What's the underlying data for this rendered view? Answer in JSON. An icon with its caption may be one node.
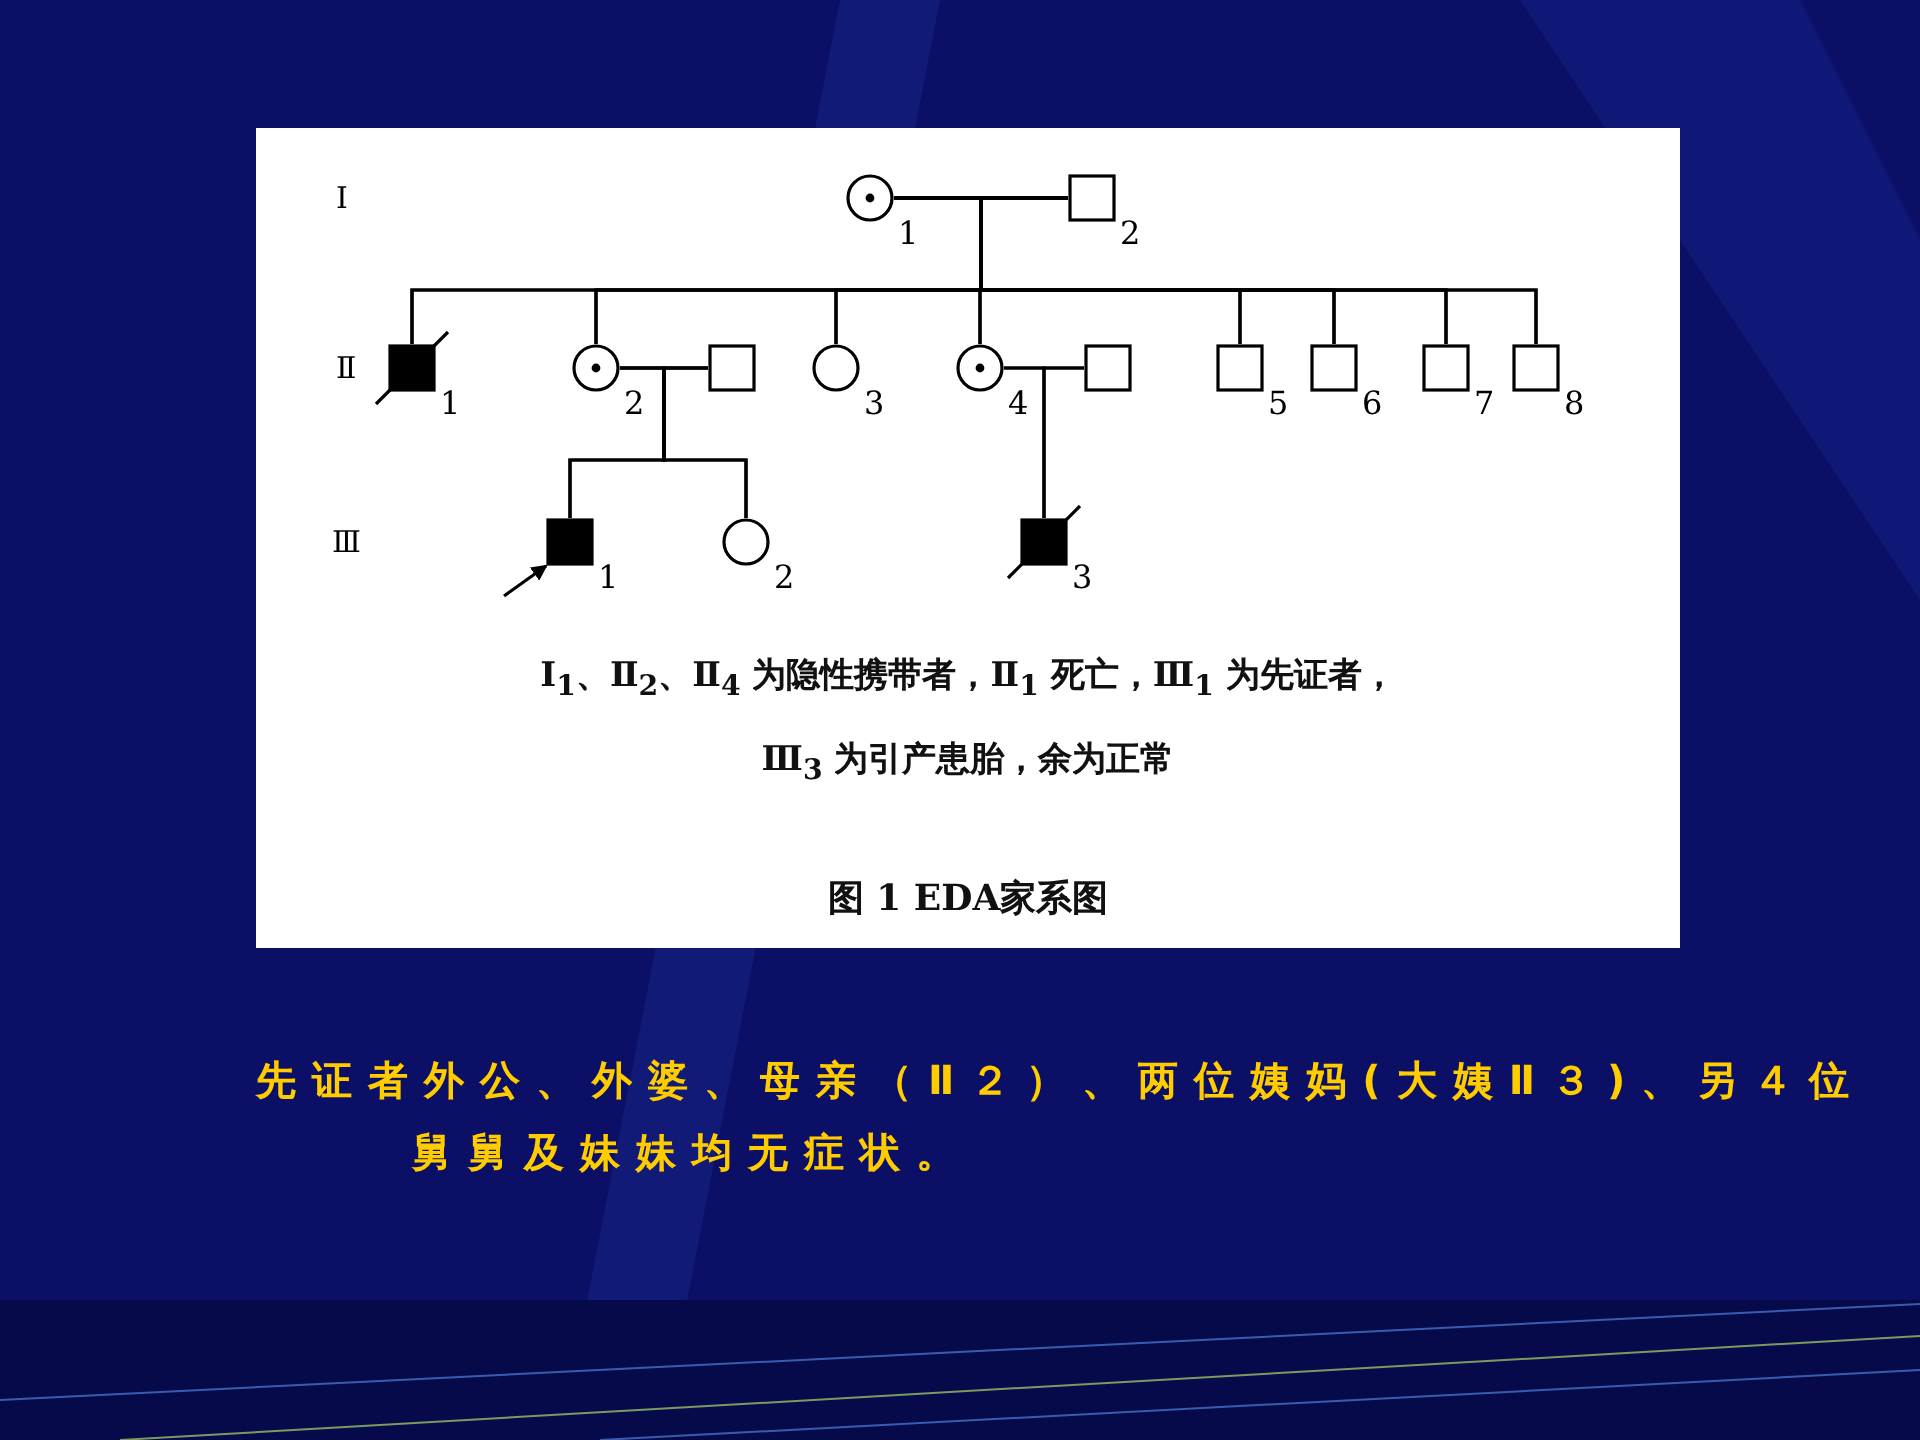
{
  "diagram": {
    "caption": "图 1 EDA家系图",
    "nodes": [
      {
        "text": [],
        "shape": "circle",
        "beside": [
          "1"
        ]
      },
      {
        "text": [],
        "shape": "box",
        "beside": [
          "2"
        ]
      },
      {
        "text": [],
        "shape": "box",
        "beside": [
          "1"
        ]
      },
      {
        "text": [],
        "shape": "circle",
        "beside": [
          "2"
        ]
      },
      {
        "text": [],
        "shape": "box"
      },
      {
        "text": [],
        "shape": "circle",
        "beside": [
          "3"
        ]
      },
      {
        "text": [],
        "shape": "circle",
        "beside": [
          "4"
        ]
      },
      {
        "text": [],
        "shape": "box"
      },
      {
        "text": [],
        "shape": "box",
        "beside": [
          "5"
        ]
      },
      {
        "text": [],
        "shape": "box",
        "beside": [
          "6"
        ]
      },
      {
        "text": [],
        "shape": "box",
        "beside": [
          "7"
        ]
      },
      {
        "text": [],
        "shape": "box",
        "beside": [
          "8"
        ]
      },
      {
        "text": [],
        "shape": "box",
        "beside": [
          "1"
        ]
      },
      {
        "text": [],
        "shape": "circle",
        "beside": [
          "2"
        ]
      },
      {
        "text": [],
        "shape": "box",
        "beside": [
          "3"
        ]
      }
    ],
    "edges": [
      {
        "from": 0,
        "to": 1,
        "arrow": "none"
      },
      {
        "from": 0,
        "to": 2,
        "arrow": "none"
      },
      {
        "from": 0,
        "to": 3,
        "arrow": "none"
      },
      {
        "from": 0,
        "to": 5,
        "arrow": "none"
      },
      {
        "from": 0,
        "to": 6,
        "arrow": "none"
      },
      {
        "from": 0,
        "to": 8,
        "arrow": "none"
      },
      {
        "from": 0,
        "to": 9,
        "arrow": "none"
      },
      {
        "from": 0,
        "to": 10,
        "arrow": "none"
      },
      {
        "from": 0,
        "to": 11,
        "arrow": "none"
      },
      {
        "from": 1,
        "to": 2,
        "arrow": "none"
      },
      {
        "from": 1,
        "to": 3,
        "arrow": "none"
      },
      {
        "from": 1,
        "to": 5,
        "arrow": "none"
      },
      {
        "from": 1,
        "to": 6,
        "arrow": "none"
      },
      {
        "from": 1,
        "to": 8,
        "arrow": "none"
      },
      {
        "from": 1,
        "to": 9,
        "arrow": "none"
      },
      {
        "from": 1,
        "to": 10,
        "arrow": "none"
      },
      {
        "from": 1,
        "to": 11,
        "arrow": "none"
      },
      {
        "from": 3,
        "to": 4,
        "arrow": "none"
      },
      {
        "from": 3,
        "to": 12,
        "arrow": "none"
      },
      {
        "from": 3,
        "to": 13,
        "arrow": "none"
      },
      {
        "from": 4,
        "to": 12,
        "arrow": "none"
      },
      {
        "from": 4,
        "to": 13,
        "arrow": "none"
      },
      {
        "from": 6,
        "to": 7,
        "arrow": "none"
      },
      {
        "from": 6,
        "to": 14,
        "arrow": "none"
      },
      {
        "from": 7,
        "to": 14,
        "arrow": "none"
      },
      {
        "from": null,
        "to": 12,
        "arrow": "to"
      }
    ],
    "labels": [
      "Ⅰ",
      "Ⅱ",
      "Ⅲ",
      "Ⅰ$_{1}$、Ⅱ$_{2}$、Ⅱ$_{4}$ 为隐性携带者，Ⅱ$_{1}$ 死亡，Ⅲ$_{1}$ 为先证者，",
      "Ⅲ$_{3}$ 为引产患胎，余为正常",
      "先证者外公、外婆、母亲（Ⅱ２）、两位姨妈(大姨Ⅱ３)、另４位舅舅及妹妹均无症状。"
    ]
  }
}
